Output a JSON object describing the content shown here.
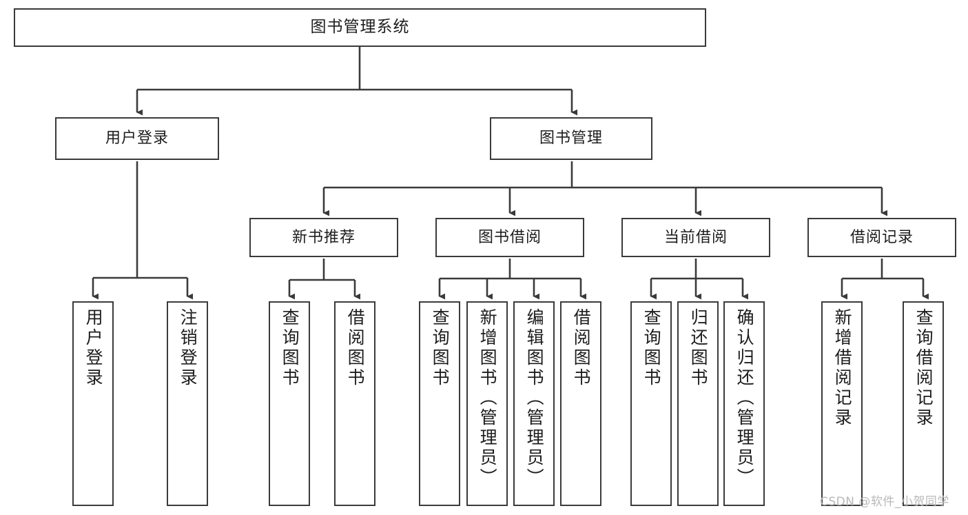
{
  "diagram": {
    "title": "图书管理系统",
    "watermark": "CSDN @软件_小贺同学",
    "colors": {
      "box_border": "#3a3a3a",
      "box_fill": "#ffffff",
      "connector": "#3a3a3a",
      "text": "#1d1d1d",
      "watermark": "#b8b8b8",
      "background": "#ffffff"
    },
    "root": {
      "label": "图书管理系统"
    },
    "level2": [
      {
        "label": "用户登录"
      },
      {
        "label": "图书管理"
      }
    ],
    "level3": [
      {
        "label": "新书推荐"
      },
      {
        "label": "图书借阅"
      },
      {
        "label": "当前借阅"
      },
      {
        "label": "借阅记录"
      }
    ],
    "leaves": {
      "user_login": [
        {
          "label": "用户登录"
        },
        {
          "label": "注销登录"
        }
      ],
      "new_book_recommend": [
        {
          "label": "查询图书"
        },
        {
          "label": "借阅图书"
        }
      ],
      "book_borrow": [
        {
          "label": "查询图书"
        },
        {
          "label": "新增图书（管理员）"
        },
        {
          "label": "编辑图书（管理员）"
        },
        {
          "label": "借阅图书"
        }
      ],
      "current_borrow": [
        {
          "label": "查询图书"
        },
        {
          "label": "归还图书"
        },
        {
          "label": "确认归还（管理员）"
        }
      ],
      "borrow_record": [
        {
          "label": "新增借阅记录"
        },
        {
          "label": "查询借阅记录"
        }
      ]
    }
  }
}
